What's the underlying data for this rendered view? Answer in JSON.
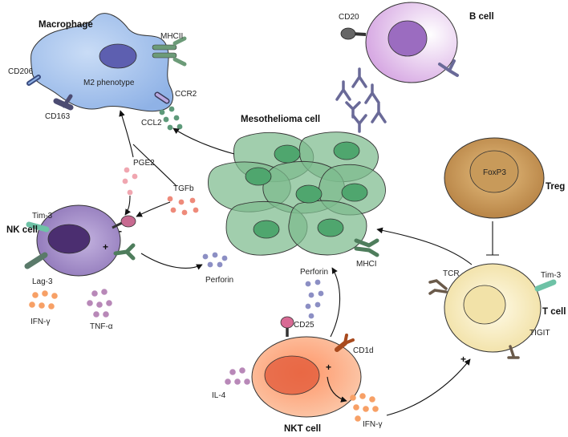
{
  "cells": {
    "macrophage": {
      "title": "Macrophage",
      "phenotype": "M2 phenotype",
      "receptors": [
        "MHCII",
        "CD206",
        "CD163",
        "CCR2"
      ]
    },
    "b_cell": {
      "title": "B cell",
      "receptors": [
        "CD20"
      ]
    },
    "mesothelioma": {
      "title": "Mesothelioma cell",
      "receptors": [
        "MHCI"
      ]
    },
    "nk_cell": {
      "title": "NK cell",
      "receptors": [
        "Tim-3",
        "Lag-3"
      ],
      "signs": [
        "-",
        "+"
      ]
    },
    "treg": {
      "title": "Treg",
      "marker": "FoxP3"
    },
    "t_cell": {
      "title": "T cell",
      "receptors": [
        "TCR",
        "Tim-3",
        "TIGIT"
      ]
    },
    "nkt_cell": {
      "title": "NKT cell",
      "receptors": [
        "CD25",
        "CD1d"
      ],
      "sign": "+"
    }
  },
  "mediators": {
    "ccl2": "CCL2",
    "pge2": "PGE2",
    "tgfb": "TGFb",
    "perforin_nk": "Perforin",
    "perforin_nkt": "Perforin",
    "ifn_nk": "IFN-γ",
    "tnf": "TNF-α",
    "il4": "IL-4",
    "ifn_nkt": "IFN-γ"
  },
  "signs": {
    "tcell_plus": "+"
  },
  "colors": {
    "macrophage": "#a8c6ee",
    "b_cell": "#e8c8ee",
    "mesothelioma": "#7dbb8e",
    "nk_cell": "#9b84c2",
    "treg": "#c99b5a",
    "t_cell": "#f5e8b4",
    "nkt_cell": "#f8a47a",
    "ccl2": "#5e9a7a",
    "pge2": "#f0a6b0",
    "tgfb": "#ee8a7a",
    "perforin": "#8c8fc4",
    "ifn": "#f7a066",
    "tnf": "#b888b8"
  }
}
